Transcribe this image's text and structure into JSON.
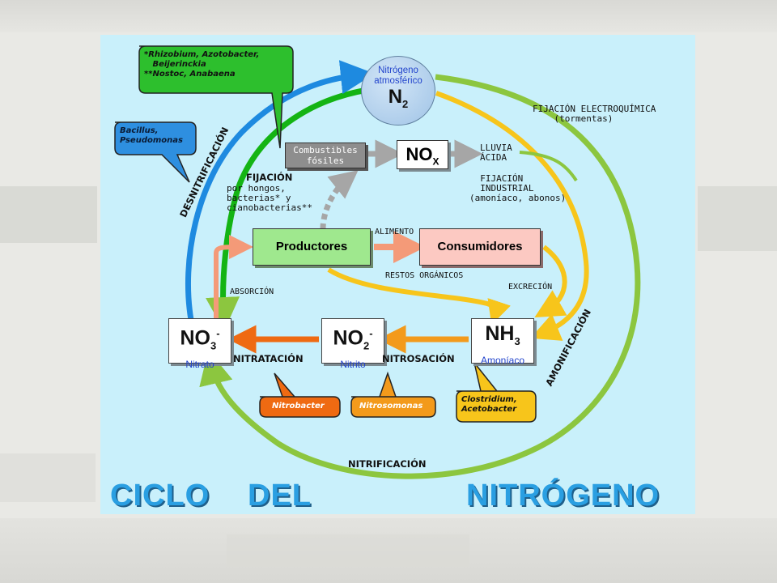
{
  "diagram": {
    "n2": {
      "label": "Nitrógeno\natmosférico",
      "formula": "N",
      "subscript": "2"
    },
    "bubbles": {
      "rhizobium": "*Rhizobium, Azotobacter,\n   Beijerinckia\n**Nostoc, Anabaena",
      "bacillus": "Bacillus,\nPseudomonas",
      "nitrobacter": "Nitrobacter",
      "nitrosomonas": "Nitrosomonas",
      "clostridium": "Clostridium,\nAcetobacter"
    },
    "boxes": {
      "combustibles": "Combustibles\nfósiles",
      "nox": {
        "main": "NO",
        "sub": "X"
      },
      "productores": "Productores",
      "consumidores": "Consumidores"
    },
    "ions": {
      "no3": {
        "main": "NO",
        "sub": "3",
        "sup": "-",
        "name": "Nitrato"
      },
      "no2": {
        "main": "NO",
        "sub": "2",
        "sup": "-",
        "name": "Nitrito"
      },
      "nh3": {
        "main": "NH",
        "sub": "3",
        "name": "Amoníaco"
      }
    },
    "labels": {
      "fijacion_electro": "FIJACIÓN ELECTROQUÍMICA\n    (tormentas)",
      "lluvia_acida": "LLUVIA\nÁCIDA",
      "fijacion_industrial": "  FIJACIÓN\n  INDUSTRIAL\n(amoníaco, abonos)",
      "fijacion_title": "FIJACIÓN",
      "fijacion_sub": "por hongos,\nbacterias* y\ncianobacterias**",
      "alimento": "ALIMENTO",
      "restos": "RESTOS ORGÁNICOS",
      "excrecion": "EXCRECIÓN",
      "absorcion": "ABSORCIÓN",
      "nitratacion": "NITRATACIÓN",
      "nitrosacion": "NITROSACIÓN",
      "nitrificacion": "NITRIFICACIÓN",
      "desnitrificacion": "DESNITRIFICACIÓN",
      "amonificacion": "AMONIFICACIÓN"
    },
    "title": {
      "w1": "CICLO",
      "w2": "DEL",
      "w3": "NITRÓGENO"
    },
    "colors": {
      "background": "#c9f0fb",
      "green_arc": "#8cc63f",
      "blue_arc": "#1e8ae0",
      "yellow": "#f7c51b",
      "orange": "#f39a1b",
      "red_orange": "#ef6a12",
      "salmon": "#f49a78",
      "title": "#2a9fe2"
    }
  }
}
